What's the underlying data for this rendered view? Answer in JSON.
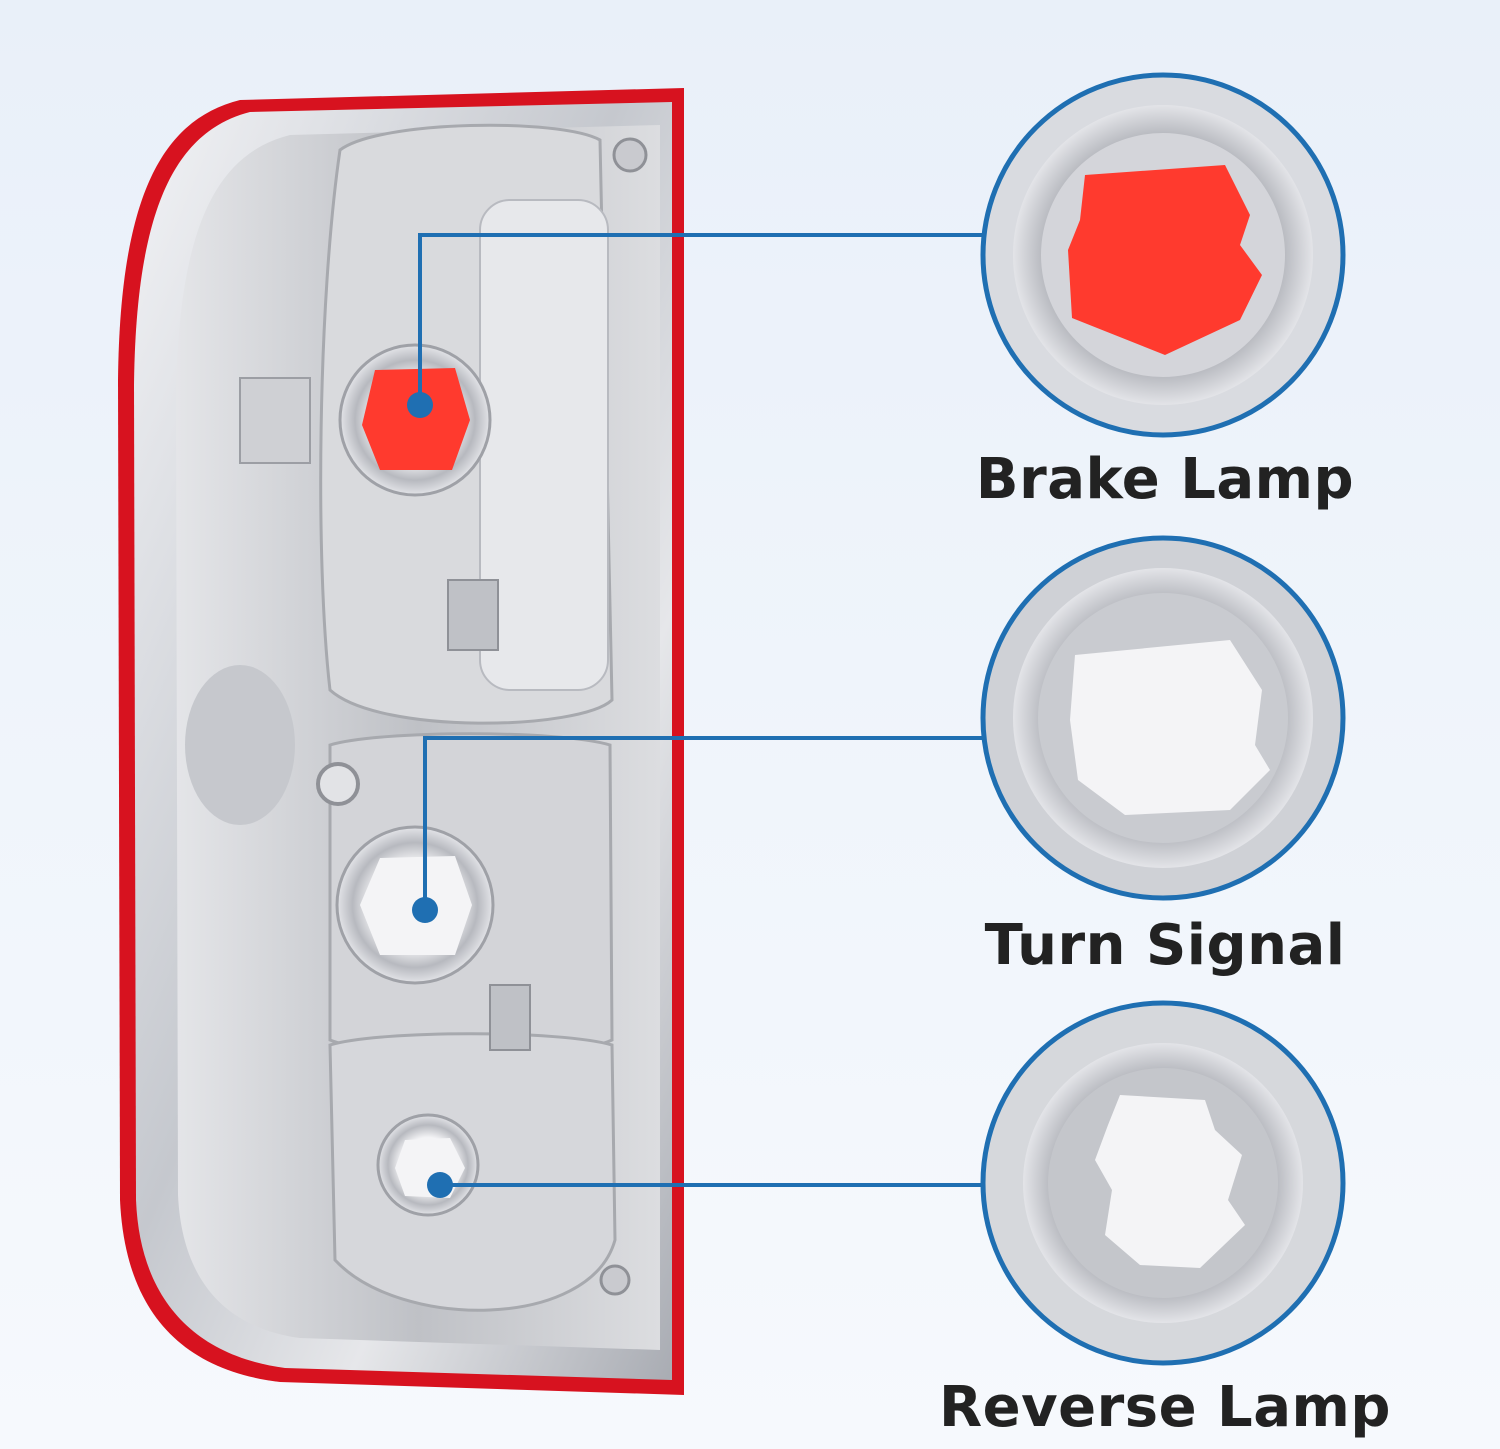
{
  "callouts": {
    "brake": {
      "label": "Brake Lamp",
      "socket_color": "#ff3a2e"
    },
    "turn": {
      "label": "Turn Signal",
      "socket_color": "#f4f4f6"
    },
    "reverse": {
      "label": "Reverse Lamp",
      "socket_color": "#f4f4f6"
    }
  },
  "colors": {
    "background_top": "#e9f0f9",
    "background_bottom": "#f6f9fd",
    "leader_line": "#1f6fb2",
    "circle_border": "#1f6fb2",
    "lens_red": "#d7121f",
    "housing_chrome": "#cfd1d6",
    "label_text": "#222222"
  }
}
